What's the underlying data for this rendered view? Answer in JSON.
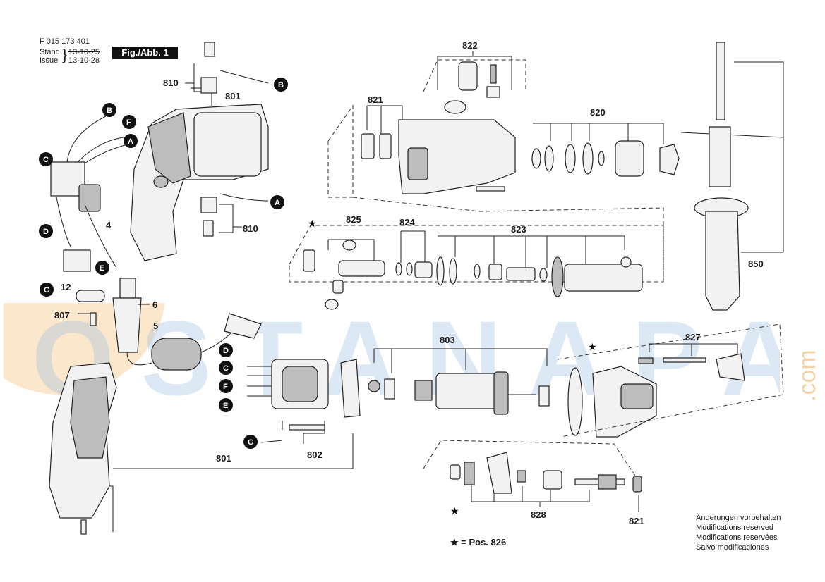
{
  "header": {
    "part_number": "F 015 173 401",
    "stand_label": "Stand",
    "issue_label": "Issue",
    "old_date": "13-10-25",
    "new_date": "13-10-28",
    "figure_label": "Fig./Abb. 1"
  },
  "watermark": {
    "text": "OSTANAPA",
    "domain": ".com",
    "color": "#e8a13a",
    "accent": "#3a7fc1"
  },
  "callouts": {
    "c801_top": "801",
    "c801_bottom": "801",
    "c810_top": "810",
    "c810_bottom": "810",
    "c4": "4",
    "c12": "12",
    "c807": "807",
    "c6": "6",
    "c5": "5",
    "c802": "802",
    "c803": "803",
    "c821_top": "821",
    "c821_bottom": "821",
    "c822": "822",
    "c820": "820",
    "c825": "825",
    "c824": "824",
    "c823": "823",
    "c827": "827",
    "c828": "828",
    "c850": "850"
  },
  "connectors": {
    "A": "A",
    "B": "B",
    "C": "C",
    "D": "D",
    "E": "E",
    "F": "F",
    "G": "G"
  },
  "legend": {
    "star_text": "★ = Pos. 826"
  },
  "notes": [
    "Änderungen vorbehalten",
    "Modifications reserved",
    "Modifications reservées",
    "Salvo modificaciones"
  ]
}
